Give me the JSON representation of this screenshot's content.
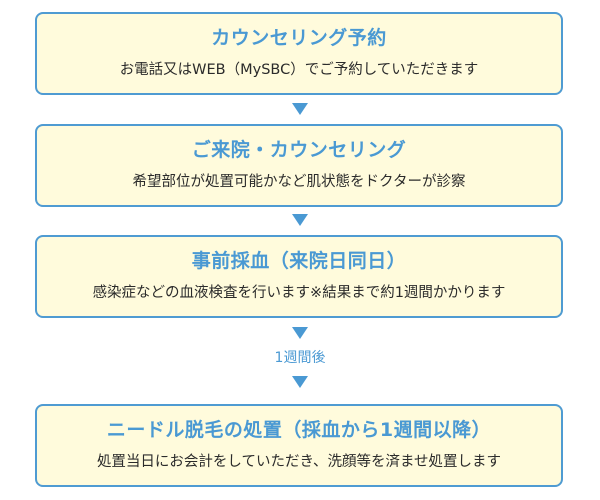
{
  "flow": {
    "steps": [
      {
        "title": "カウンセリング予約",
        "description": "お電話又はWEB（MySBC）でご予約していただきます"
      },
      {
        "title": "ご来院・カウンセリング",
        "description": "希望部位が処置可能かなど肌状態をドクターが診察"
      },
      {
        "title": "事前採血（来院日同日）",
        "description": "感染症などの血液検査を行います※結果まで約1週間かかります"
      },
      {
        "title": "ニードル脱毛の処置（採血から1週間以降）",
        "description": "処置当日にお会計をしていただき、洗顔等を済ませ処置します"
      }
    ],
    "interval_label": "1週間後",
    "icons": {
      "arrow": "down-triangle-icon"
    },
    "colors": {
      "accent": "#4a99d3",
      "box_fill": "#fffbdc",
      "box_border": "#4f9bd2",
      "body_text": "#2b2b2b"
    }
  }
}
